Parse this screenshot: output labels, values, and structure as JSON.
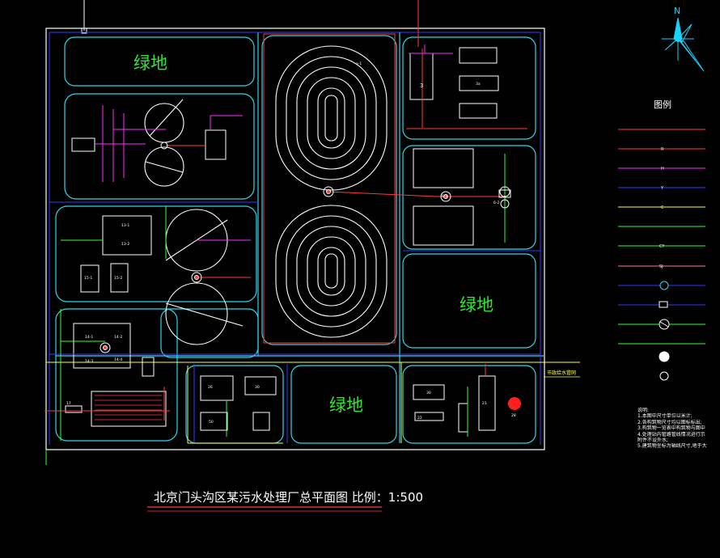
{
  "title": "北京门头沟区某污水处理厂总平面图",
  "scale_label": "比例：1:500",
  "north_label": "N",
  "legend_title": "图例",
  "green_label": "绿地",
  "outlet_label": "市政给水管网",
  "legend_tags": [
    "R",
    "H",
    "Y",
    "C",
    "CY",
    "SJ"
  ],
  "notes": [
    "说明:",
    "1.本图中尺寸单位以米计;",
    "2.各构筑物尺寸均以图标标出;",
    "3.构筑物一览表中构筑物与图中",
    "4.处理站内管路管线情况进行示",
    "附件不设外水;",
    "5.建筑物坐标为轴线尺寸,地于大"
  ],
  "labels": {
    "oxidation_ditch": "a-1",
    "building_3": "3",
    "building_3a": "3a",
    "tank_13_1": "13-1",
    "tank_13_2": "13-2",
    "tank_15_1": "15-1",
    "tank_15_2": "15-2",
    "tank_14_1": "14-1",
    "tank_14_2": "14-2",
    "tank_14_3": "14-3",
    "tank_14_4": "14-4",
    "unit_17": "17",
    "unit_26": "26",
    "unit_30": "30",
    "unit_50": "50",
    "unit_28": "28",
    "unit_22": "22",
    "unit_21": "21",
    "pump_6_1": "6-1",
    "pump_6_2": "6-2"
  },
  "colors": {
    "background": "#000000",
    "boundary": "#ffffff",
    "road": "#2fd6e8",
    "pipe_red": "#ff3b3b",
    "pipe_magenta": "#ff2bff",
    "pipe_blue": "#3a3aff",
    "pipe_yellow": "#ffff33",
    "pipe_green": "#33ff33",
    "pipe_pink": "#ff7aa0",
    "green_text": "#2ee82e",
    "north_arrow": "#19d3ff"
  }
}
